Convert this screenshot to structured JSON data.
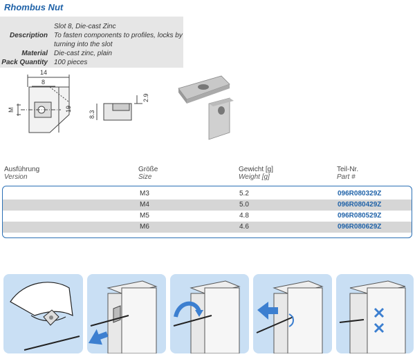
{
  "title": "Rhombus Nut",
  "description": {
    "rows": [
      {
        "label": "Description",
        "value": "Slot 8, Die-cast Zinc"
      },
      {
        "label": "",
        "value": "To fasten components to profiles, locks by"
      },
      {
        "label": "",
        "value": "turning into the slot"
      },
      {
        "label": "Material",
        "value": "Die-cast zinc, plain"
      },
      {
        "label": "Pack Quantity",
        "value": "100 pieces"
      }
    ]
  },
  "drawing": {
    "dim_14": "14",
    "dim_8": "8",
    "dim_M": "M",
    "dim_19": "19",
    "dim_8_3": "8.3",
    "dim_2_9": "2.9"
  },
  "table": {
    "headers": [
      {
        "de": "Ausführung",
        "en": "Version"
      },
      {
        "de": "Größe",
        "en": "Size"
      },
      {
        "de": "Gewicht [g]",
        "en": "Weight [g]"
      },
      {
        "de": "Teil-Nr.",
        "en": "Part #"
      }
    ],
    "rows": [
      {
        "size": "M3",
        "weight": "5.2",
        "part": "096R080329Z"
      },
      {
        "size": "M4",
        "weight": "5.0",
        "part": "096R080429Z"
      },
      {
        "size": "M5",
        "weight": "4.8",
        "part": "096R080529Z"
      },
      {
        "size": "M6",
        "weight": "4.6",
        "part": "096R080629Z"
      }
    ]
  },
  "colors": {
    "accent": "#1f62a8",
    "panel": "#c9dff4",
    "row_shade": "#d6d6d6"
  }
}
